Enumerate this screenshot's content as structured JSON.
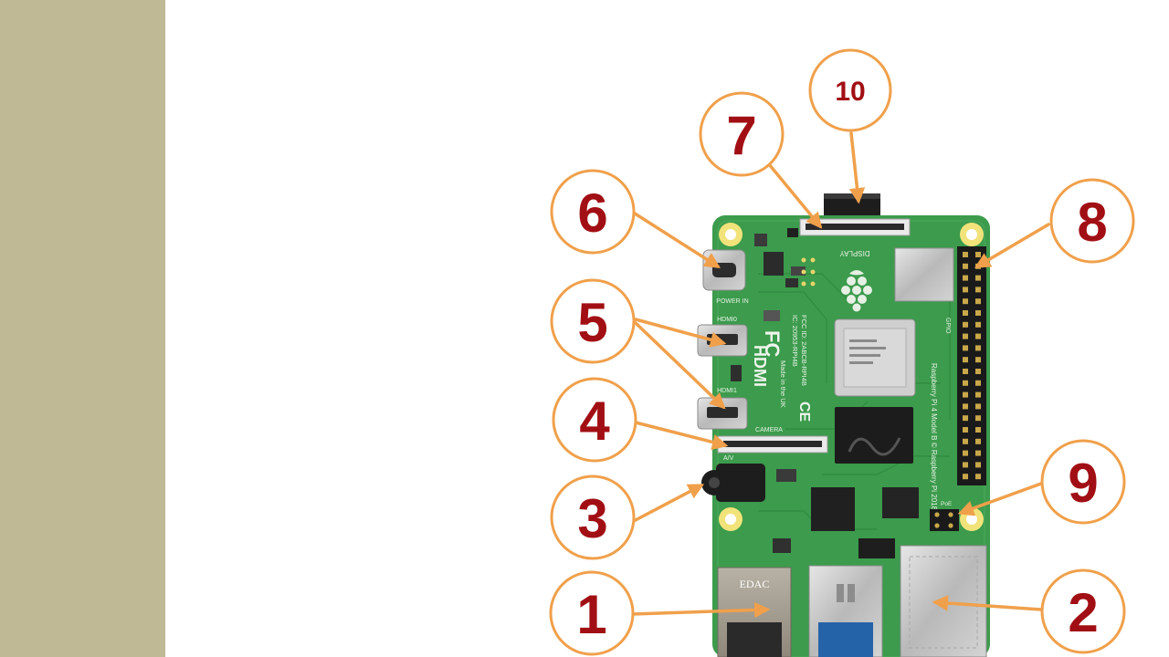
{
  "colors": {
    "sidebar": "#c0b995",
    "accent_orange": "#f0a04b",
    "label_red": "#a10f14",
    "board_green": "#3c9b4c"
  },
  "board": {
    "silkscreen": {
      "display": "DISPLAY",
      "power_in": "POWER IN",
      "hdmi0": "HDMI0",
      "hdmi1": "HDMI1",
      "camera": "CAMERA",
      "av": "A/V",
      "gpio": "GPIO",
      "copyright": "Raspberry Pi 4 Model B © Raspberry Pi 2018",
      "fcc": "FCC ID: 2ABCB-RPI4B",
      "ic": "IC: 20953-RPI4B",
      "made_in": "Made in the UK",
      "poe": "PoE",
      "hdmi_logo": "HDMI",
      "fc_logo": "FC",
      "ce_logo": "CE",
      "usb_brand": "EDAC"
    }
  },
  "callouts": [
    {
      "id": "1",
      "label": "1"
    },
    {
      "id": "2",
      "label": "2"
    },
    {
      "id": "3",
      "label": "3"
    },
    {
      "id": "4",
      "label": "4"
    },
    {
      "id": "5",
      "label": "5"
    },
    {
      "id": "6",
      "label": "6"
    },
    {
      "id": "7",
      "label": "7"
    },
    {
      "id": "8",
      "label": "8"
    },
    {
      "id": "9",
      "label": "9"
    },
    {
      "id": "10",
      "label": "10"
    }
  ]
}
